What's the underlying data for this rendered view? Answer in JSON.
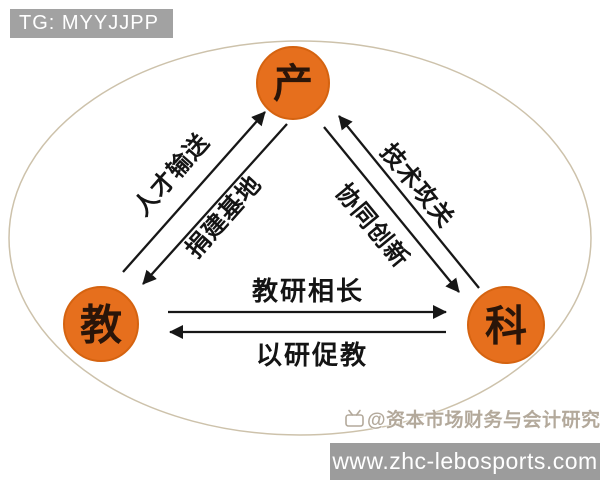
{
  "badge": {
    "text": "TG: MYYJJPP"
  },
  "footer": {
    "url": "www.zhc-lebosports.com"
  },
  "credit": {
    "icon": "tv-logo",
    "text": "@资本市场财务与会计研究"
  },
  "diagram": {
    "type": "triangle-cycle",
    "nodes": [
      {
        "id": "industry",
        "label": "产"
      },
      {
        "id": "education",
        "label": "教"
      },
      {
        "id": "science",
        "label": "科"
      }
    ],
    "edges": [
      {
        "from": "教",
        "to": "产",
        "label": "人才输送"
      },
      {
        "from": "产",
        "to": "教",
        "label": "捐建基地"
      },
      {
        "from": "科",
        "to": "产",
        "label": "技术攻关"
      },
      {
        "from": "产",
        "to": "科",
        "label": "协同创新"
      },
      {
        "from": "教",
        "to": "科",
        "label": "教研相长"
      },
      {
        "from": "科",
        "to": "教",
        "label": "以研促教"
      }
    ],
    "colors": {
      "node_fill": "#e66f1d",
      "node_stroke": "#d56310",
      "node_text": "#2a1509",
      "arrow": "#171717",
      "ellipse_stroke": "#cdc2ab"
    }
  }
}
